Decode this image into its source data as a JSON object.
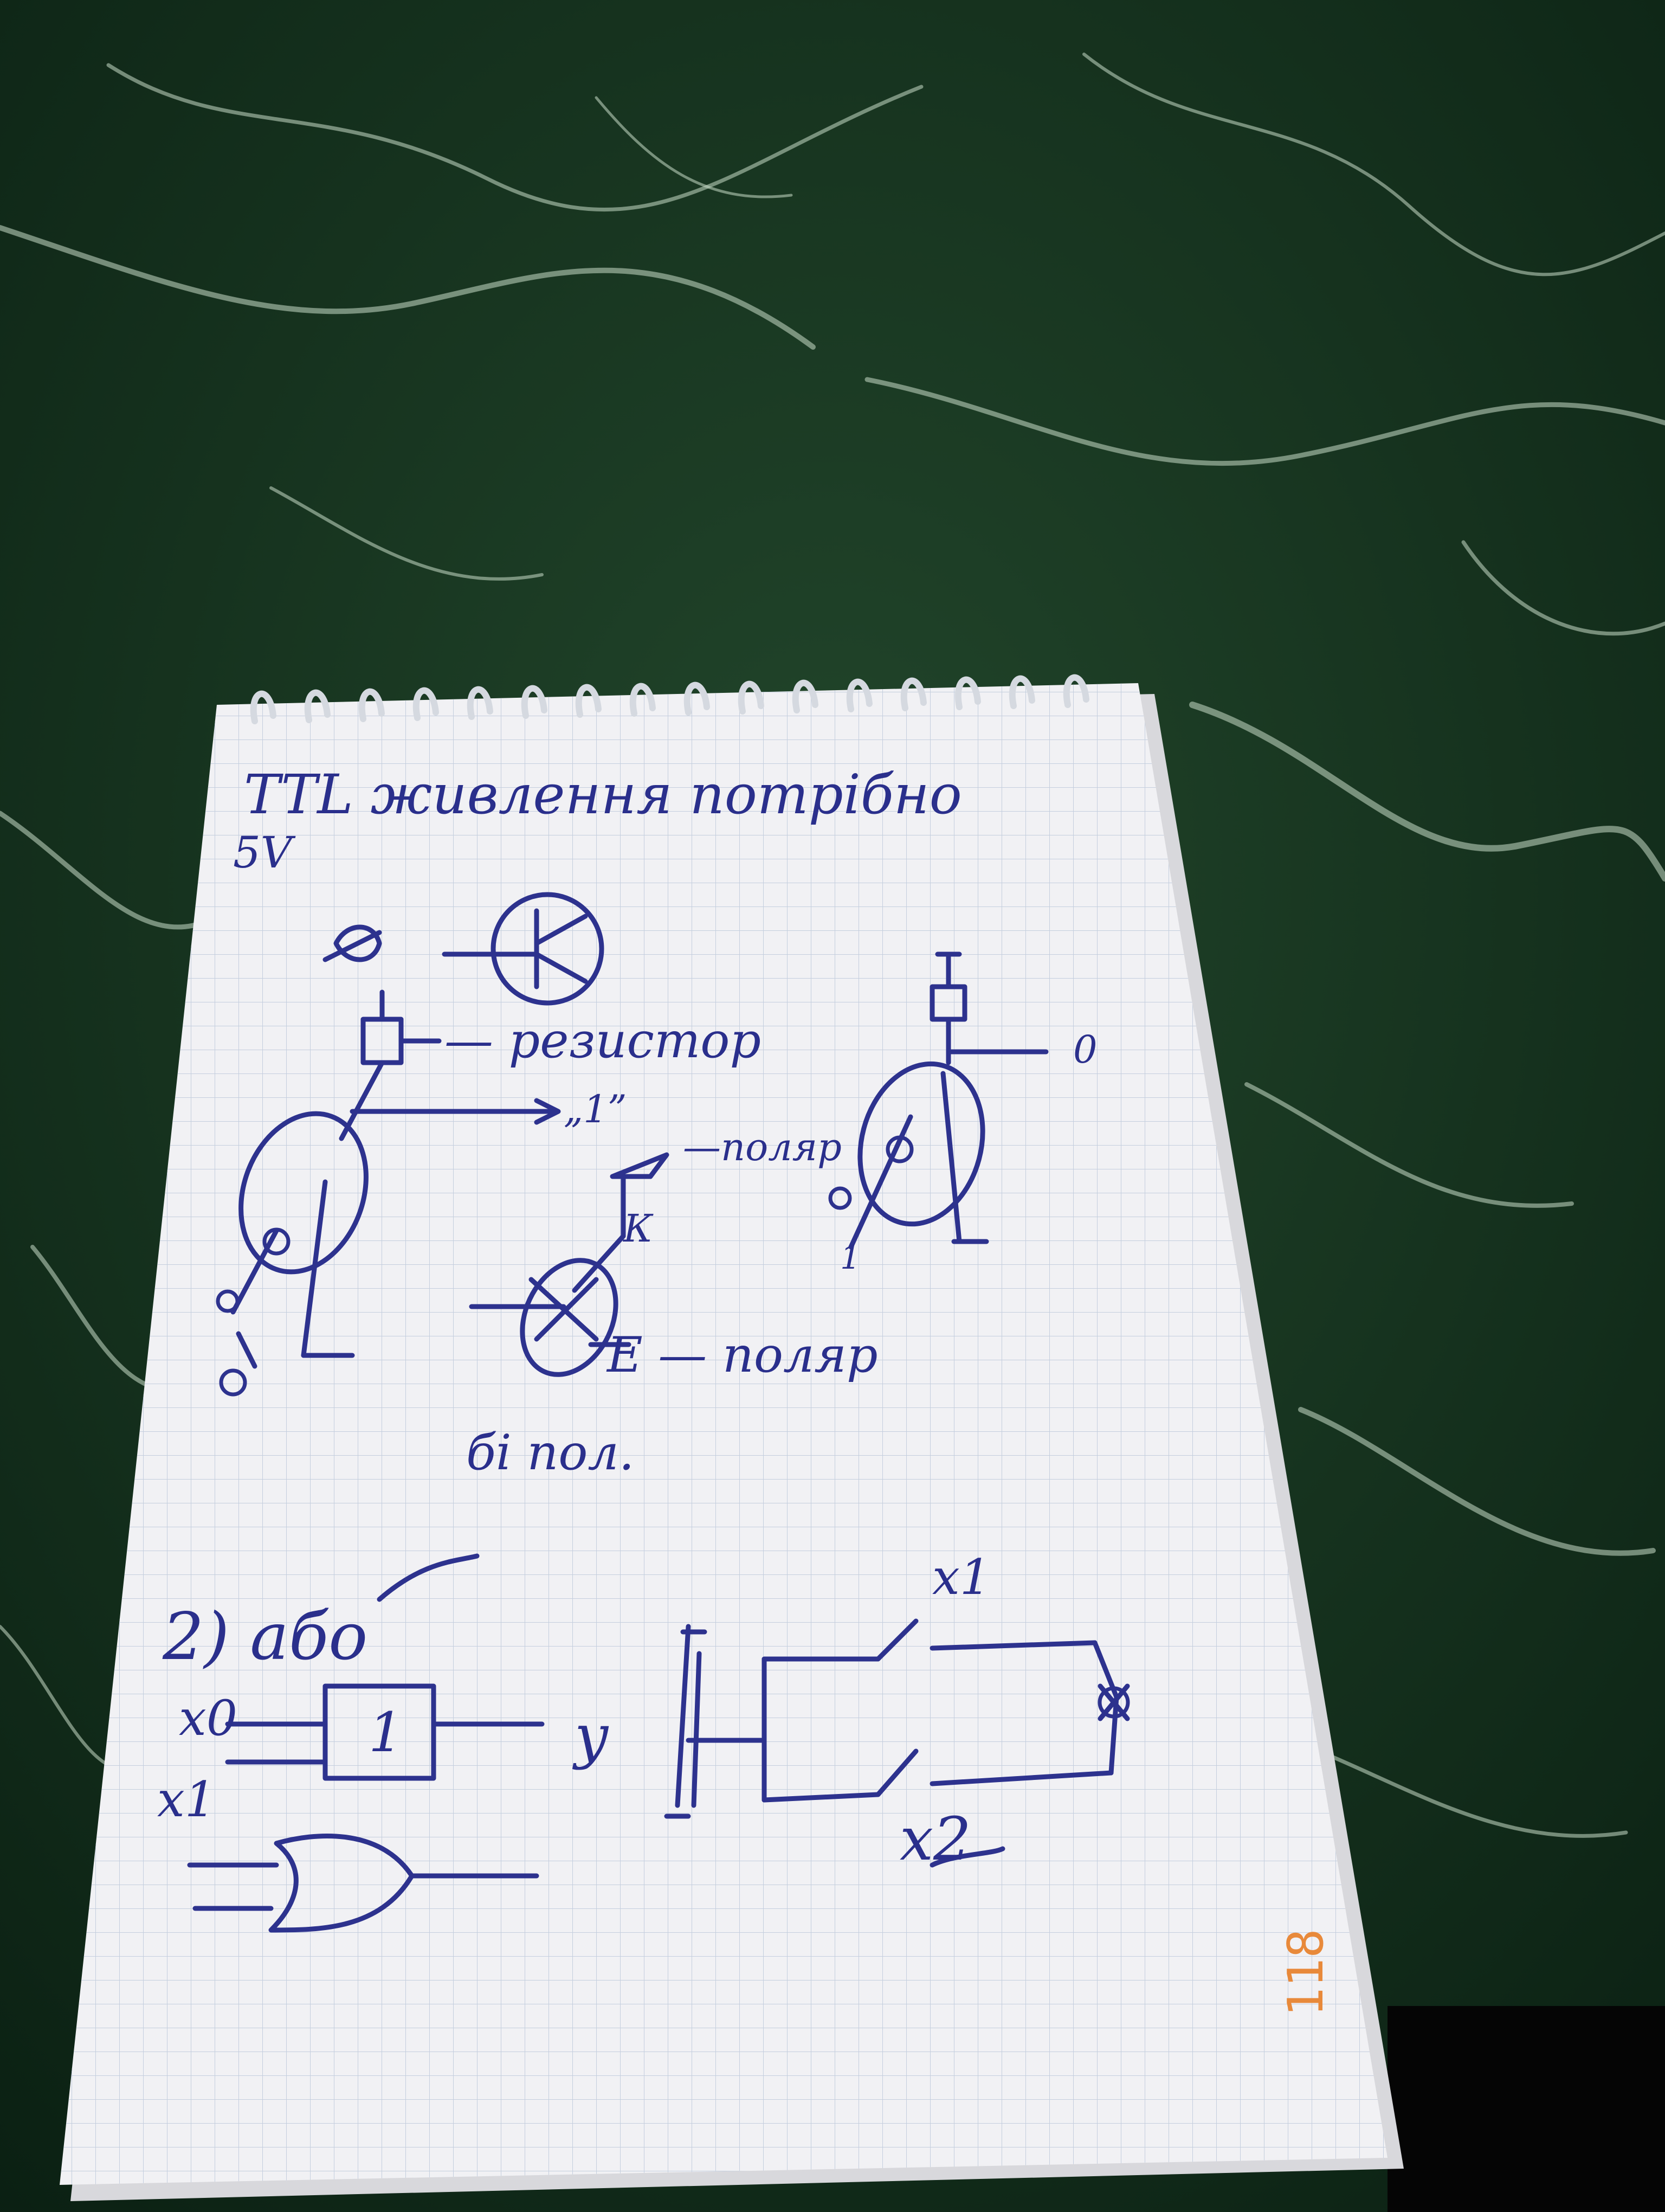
{
  "photo": {
    "subject": "spiral notebook page with handwritten electronics notes on a green marble table",
    "colors": {
      "table": "#17351f",
      "table_vein": "#cfe3cf",
      "paper": "#f3f3f5",
      "grid": "#b9c6d8",
      "ink": "#2d328e",
      "page_number": "#e8893a",
      "spiral": "#d9dde3"
    }
  },
  "notes": {
    "heading_line1": "TTL живлення потрібно",
    "heading_line2": "5V",
    "label_resistor": "— резистор",
    "label_one": "„1”",
    "label_polar_top": "—поляр",
    "label_k": "К",
    "label_e_polar": "Е — поляр",
    "label_bi_pol": "бі пол.",
    "label_zero_right": "0",
    "label_one_right": "1",
    "section2_title": "2) або",
    "x0": "x0",
    "x1": "x1",
    "gate_symbol": "1",
    "output_y": "y",
    "switch_x1": "x1",
    "switch_x2": "x2",
    "page_number": "118"
  }
}
